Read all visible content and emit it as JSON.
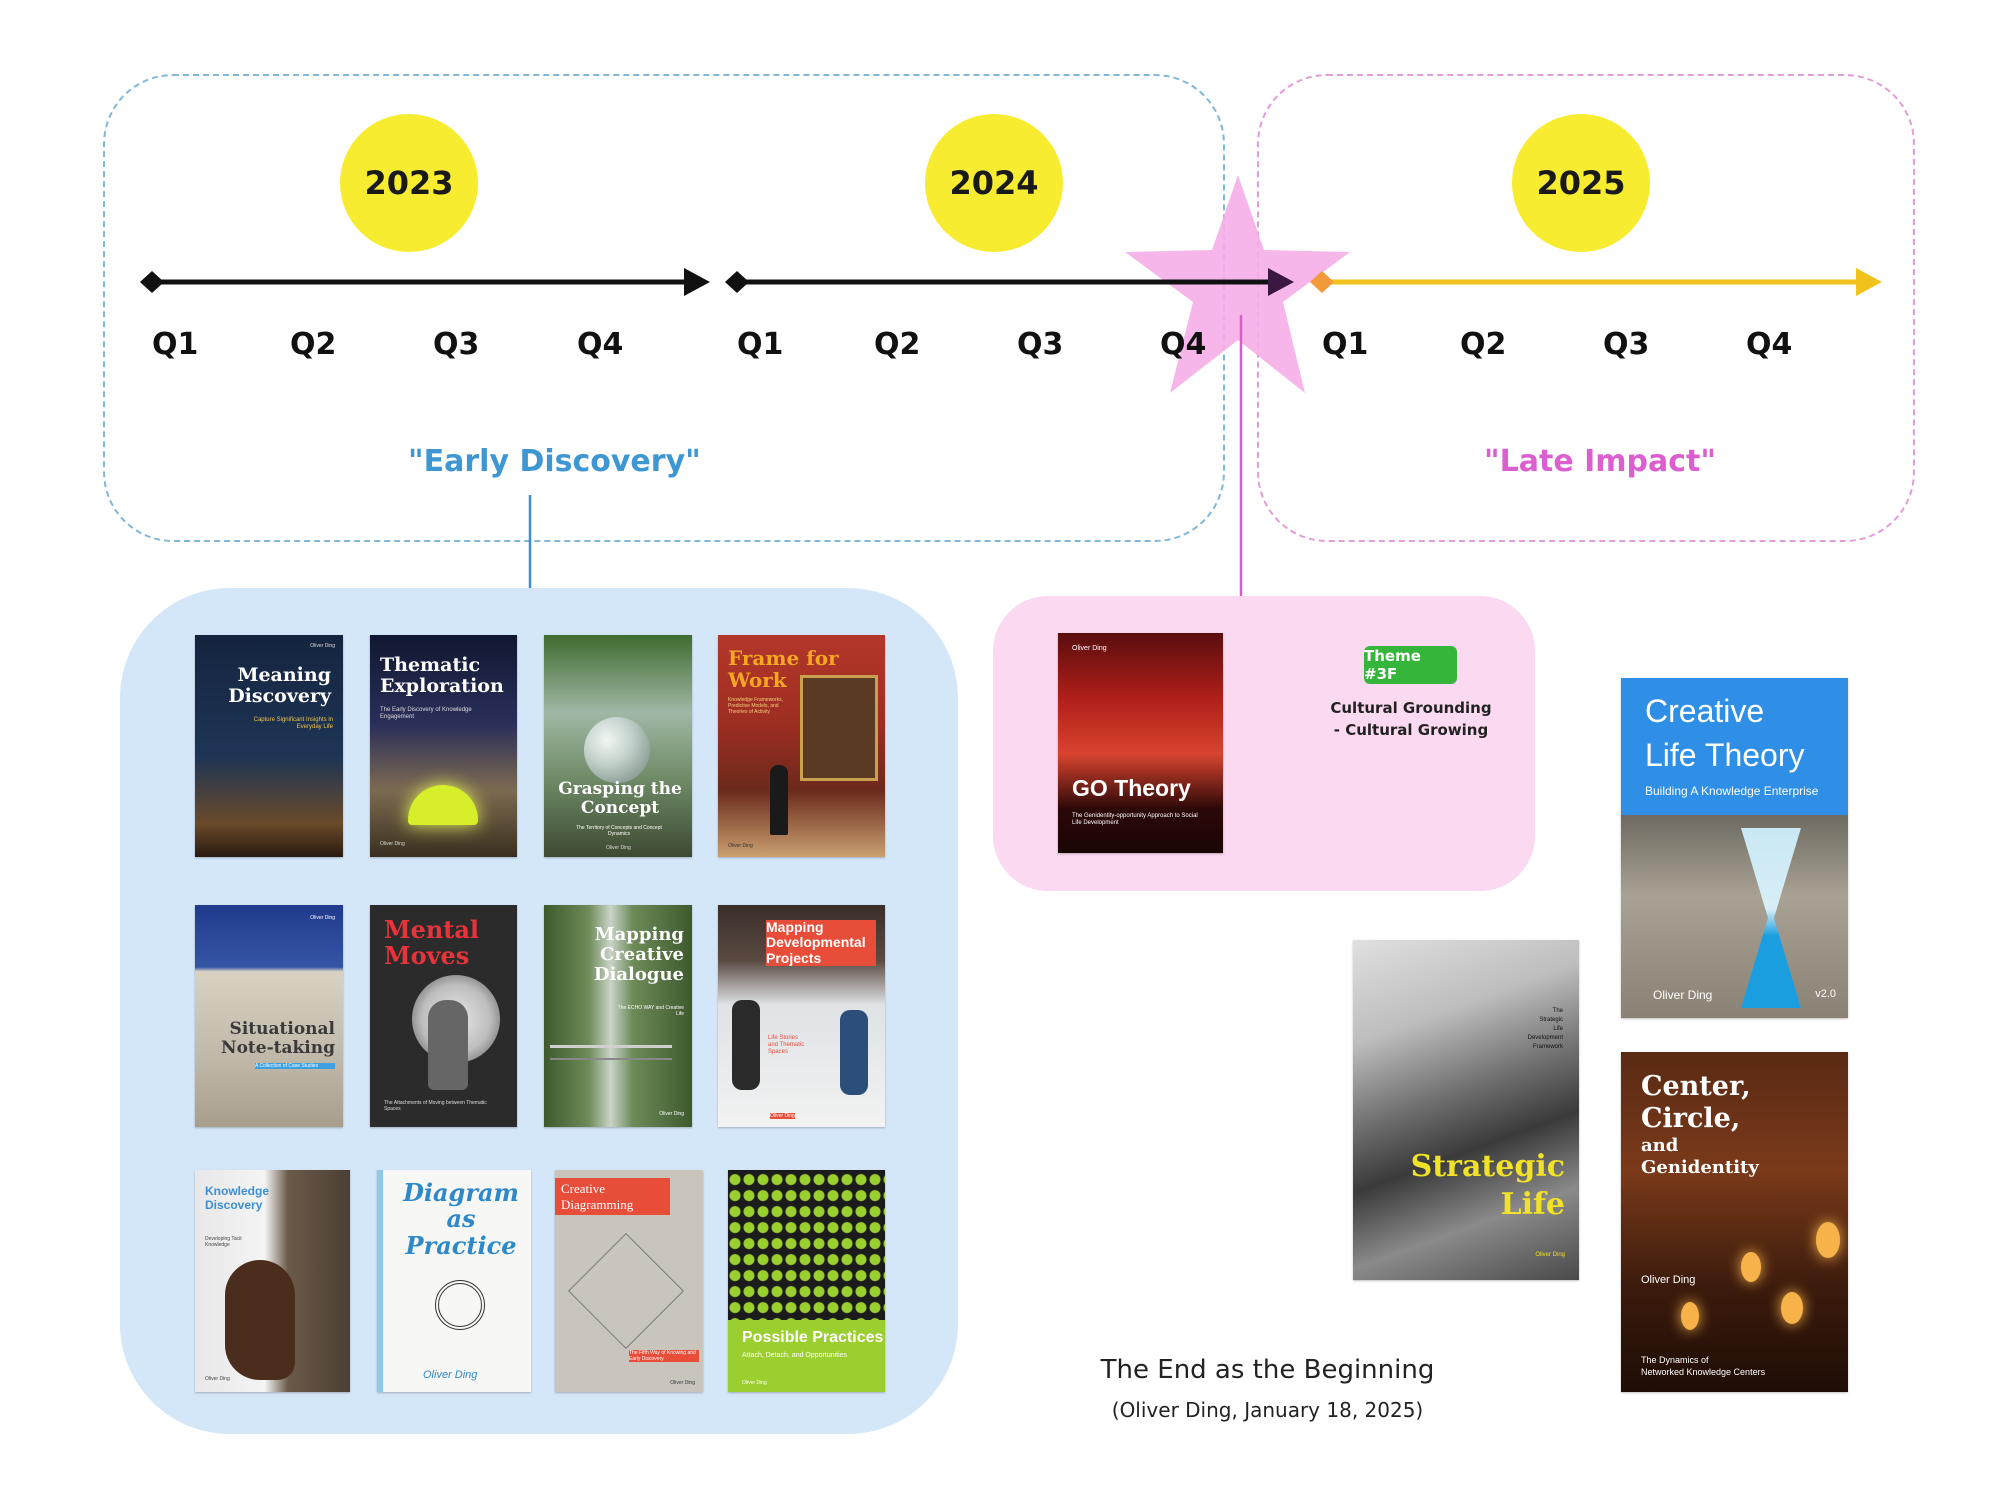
{
  "timeline": {
    "years": [
      "2023",
      "2024",
      "2025"
    ],
    "quarters": [
      "Q1",
      "Q2",
      "Q3",
      "Q4"
    ],
    "phases": {
      "early": "\"Early Discovery\"",
      "late": "\"Late Impact\""
    },
    "colors": {
      "early_border": "#5aa7cf",
      "late_border": "#e07ad0",
      "year_circle": "#f7ec2f",
      "star": "#f5aee8",
      "late_arrow": "#f2c21c"
    }
  },
  "early_books": [
    {
      "title": "Meaning Discovery",
      "subtitle": "Capture Significant Insights in Everyday Life",
      "author": "Oliver Ding"
    },
    {
      "title": "Thematic Exploration",
      "subtitle": "The Early Discovery of Knowledge Engagement",
      "author": "Oliver Ding"
    },
    {
      "title": "Grasping the Concept",
      "subtitle": "The Territory of Concepts and Concept Dynamics",
      "author": "Oliver Ding"
    },
    {
      "title": "Frame for Work",
      "subtitle": "Knowledge Frameworks, Predictive Models, and Theories of Activity",
      "author": "Oliver Ding"
    },
    {
      "title": "Situational Note-taking",
      "subtitle": "A Collection of Case Studies",
      "author": "Oliver Ding"
    },
    {
      "title": "Mental Moves",
      "subtitle": "The Attachments of Moving between Thematic Spaces",
      "author": ""
    },
    {
      "title": "Mapping Creative Dialogue",
      "subtitle": "The ECHO WAY and Creative Life",
      "author": "Oliver Ding"
    },
    {
      "title": "Mapping Developmental Projects",
      "subtitle": "Life Stories and Thematic Spaces",
      "author": "Oliver Ding"
    },
    {
      "title": "Knowledge Discovery",
      "subtitle": "Developing Tacit Knowledge",
      "author": "Oliver Ding"
    },
    {
      "title": "Diagram as Practice",
      "subtitle": "",
      "author": "Oliver Ding"
    },
    {
      "title": "Creative Diagramming",
      "subtitle": "The Fifth Way of Knowing and Early Discovery",
      "author": "Oliver Ding"
    },
    {
      "title": "Possible Practices",
      "subtitle": "Attach, Detach, and Opportunities",
      "author": "Oliver Ding"
    }
  ],
  "go_theory": {
    "author": "Oliver Ding",
    "title": "GO Theory",
    "subtitle": "The Genidentity-opportunity Approach to Social Life Development",
    "tag": "Theme #3F",
    "line1": "Cultural Grounding",
    "line2": "- Cultural Growing"
  },
  "later_books": {
    "creative": {
      "line1": "Creative",
      "line2": "Life Theory",
      "subtitle": "Building A Knowledge Enterprise",
      "author": "Oliver Ding",
      "version": "v2.0"
    },
    "strategic": {
      "line1": "Strategic",
      "line2": "Life",
      "top_lines": [
        "The",
        "Strategic",
        "Life",
        "Development",
        "Framework"
      ],
      "author": "Oliver Ding"
    },
    "center": {
      "line1": "Center,",
      "line2": "Circle,",
      "line3": "and",
      "line4": "Genidentity",
      "author": "Oliver Ding",
      "subtitle1": "The Dynamics of",
      "subtitle2": "Networked Knowledge Centers"
    }
  },
  "caption": {
    "title": "The End as the Beginning",
    "sub": "(Oliver Ding, January 18, 2025)"
  }
}
